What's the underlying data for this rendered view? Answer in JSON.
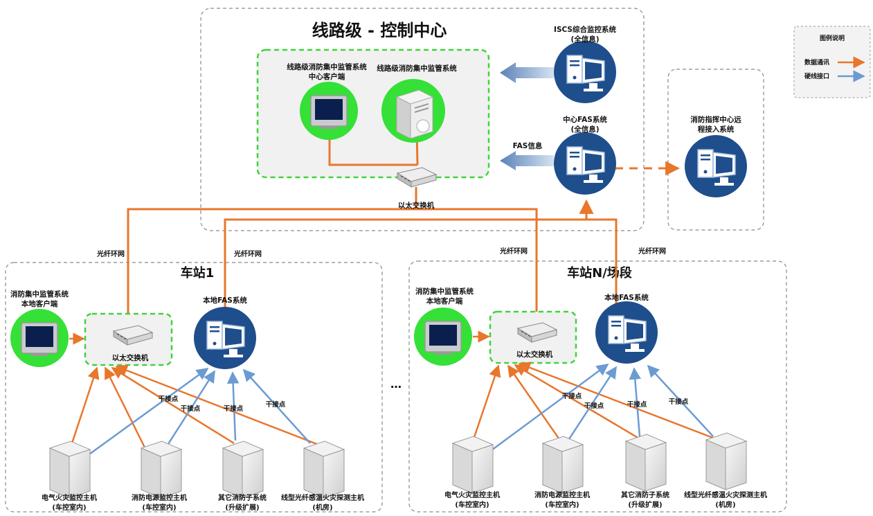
{
  "regions": {
    "control": "线路级 - 控制中心",
    "station1": "车站1",
    "stationN": "车站N/场段",
    "ellipsis": "…"
  },
  "legend": {
    "title": "图例说明",
    "data_comm": "数据通讯",
    "hardwire": "硬线接口",
    "colors": {
      "orange": "#E8762B",
      "blue": "#6B9BD2"
    }
  },
  "control": {
    "client": [
      "线路级消防集中监管系统",
      "中心客户端"
    ],
    "server": "线路级消防集中监管系统",
    "iscs": [
      "ISCS综合监控系统",
      "(全信息)"
    ],
    "fas": [
      "中心FAS系统",
      "(全信息)"
    ],
    "fas_info": "FAS信息",
    "switch": "以太交换机"
  },
  "remote": [
    "消防指挥中心远",
    "程接入系统"
  ],
  "fiber_labels": [
    "光纤环网",
    "光纤环网",
    "光纤环网",
    "光纤环网"
  ],
  "station": {
    "client": [
      "消防集中监管系统",
      "本地客户端"
    ],
    "switch": "以太交换机",
    "fas": "本地FAS系统",
    "dry_contact": "干接点",
    "devices": [
      [
        "电气火灾监控主机",
        "(车控室内)"
      ],
      [
        "消防电源监控主机",
        "(车控室内)"
      ],
      [
        "其它消防子系统",
        "(升级扩展)"
      ],
      [
        "线型光纤感温火灾探测主机",
        "(机房)"
      ]
    ]
  }
}
